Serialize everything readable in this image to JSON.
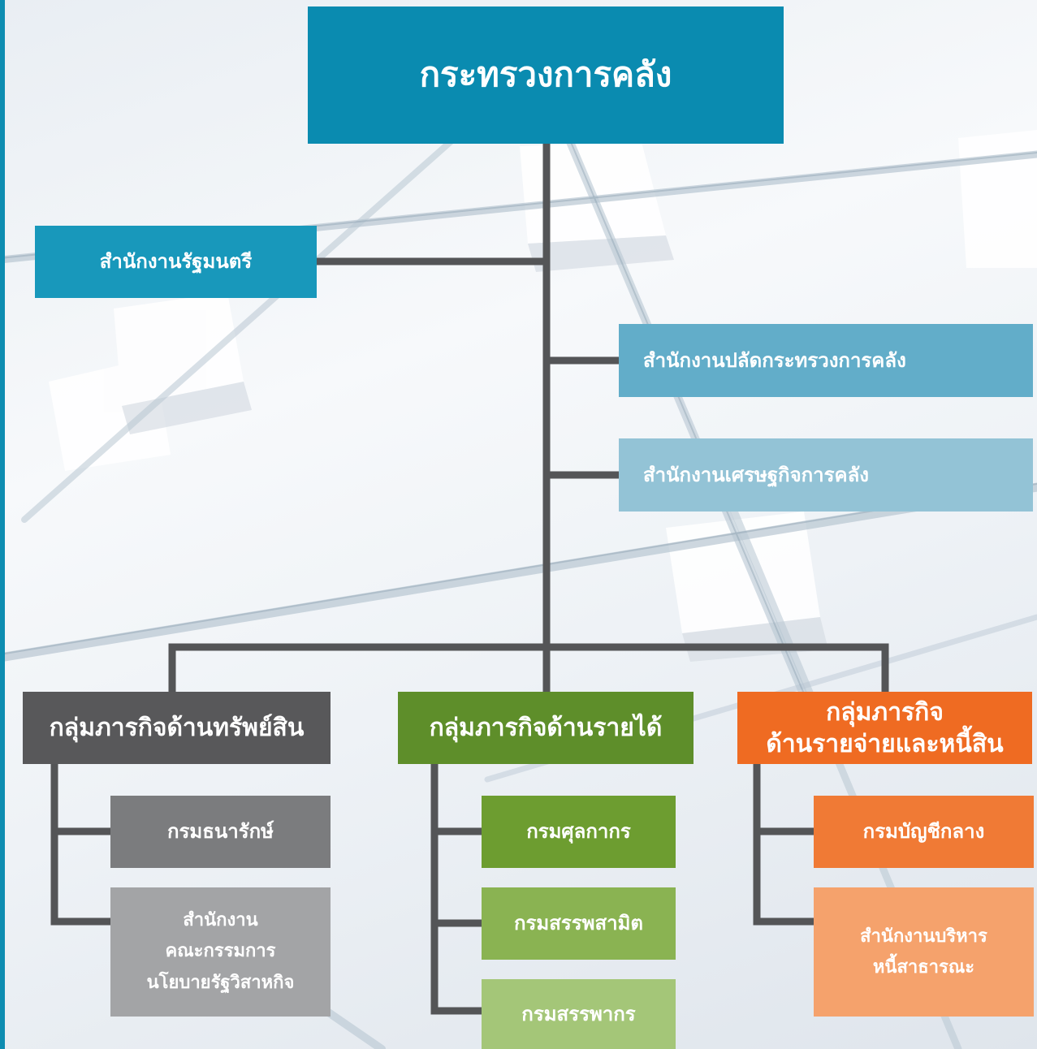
{
  "colors": {
    "ministry": "#0a8bb0",
    "minister_office": "#1898bb",
    "permanent_secretary": "#62adc9",
    "fiscal_policy": "#93c3d6",
    "asset_group": "#58585a",
    "revenue_group": "#5e8e2a",
    "expenditure_group": "#ef6b22",
    "connector": "#545557"
  },
  "ministry": {
    "title": "กระทรวงการคลัง"
  },
  "offices": {
    "minister": "สำนักงานรัฐมนตรี",
    "permanent_secretary": "สำนักงานปลัดกระทรวงการคลัง",
    "fiscal_policy": "สำนักงานเศรษฐกิจการคลัง"
  },
  "groups": {
    "asset": {
      "title": "กลุ่มภารกิจด้านทรัพย์สิน",
      "departments": [
        "กรมธนารักษ์",
        "สำนักงาน\nคณะกรรมการ\nนโยบายรัฐวิสาหกิจ"
      ]
    },
    "revenue": {
      "title": "กลุ่มภารกิจด้านรายได้",
      "departments": [
        "กรมศุลกากร",
        "กรมสรรพสามิต",
        "กรมสรรพากร"
      ]
    },
    "expenditure": {
      "title": "กลุ่มภารกิจ\nด้านรายจ่ายและหนี้สิน",
      "departments": [
        "กรมบัญชีกลาง",
        "สำนักงานบริหาร\nหนี้สาธารณะ"
      ]
    }
  }
}
